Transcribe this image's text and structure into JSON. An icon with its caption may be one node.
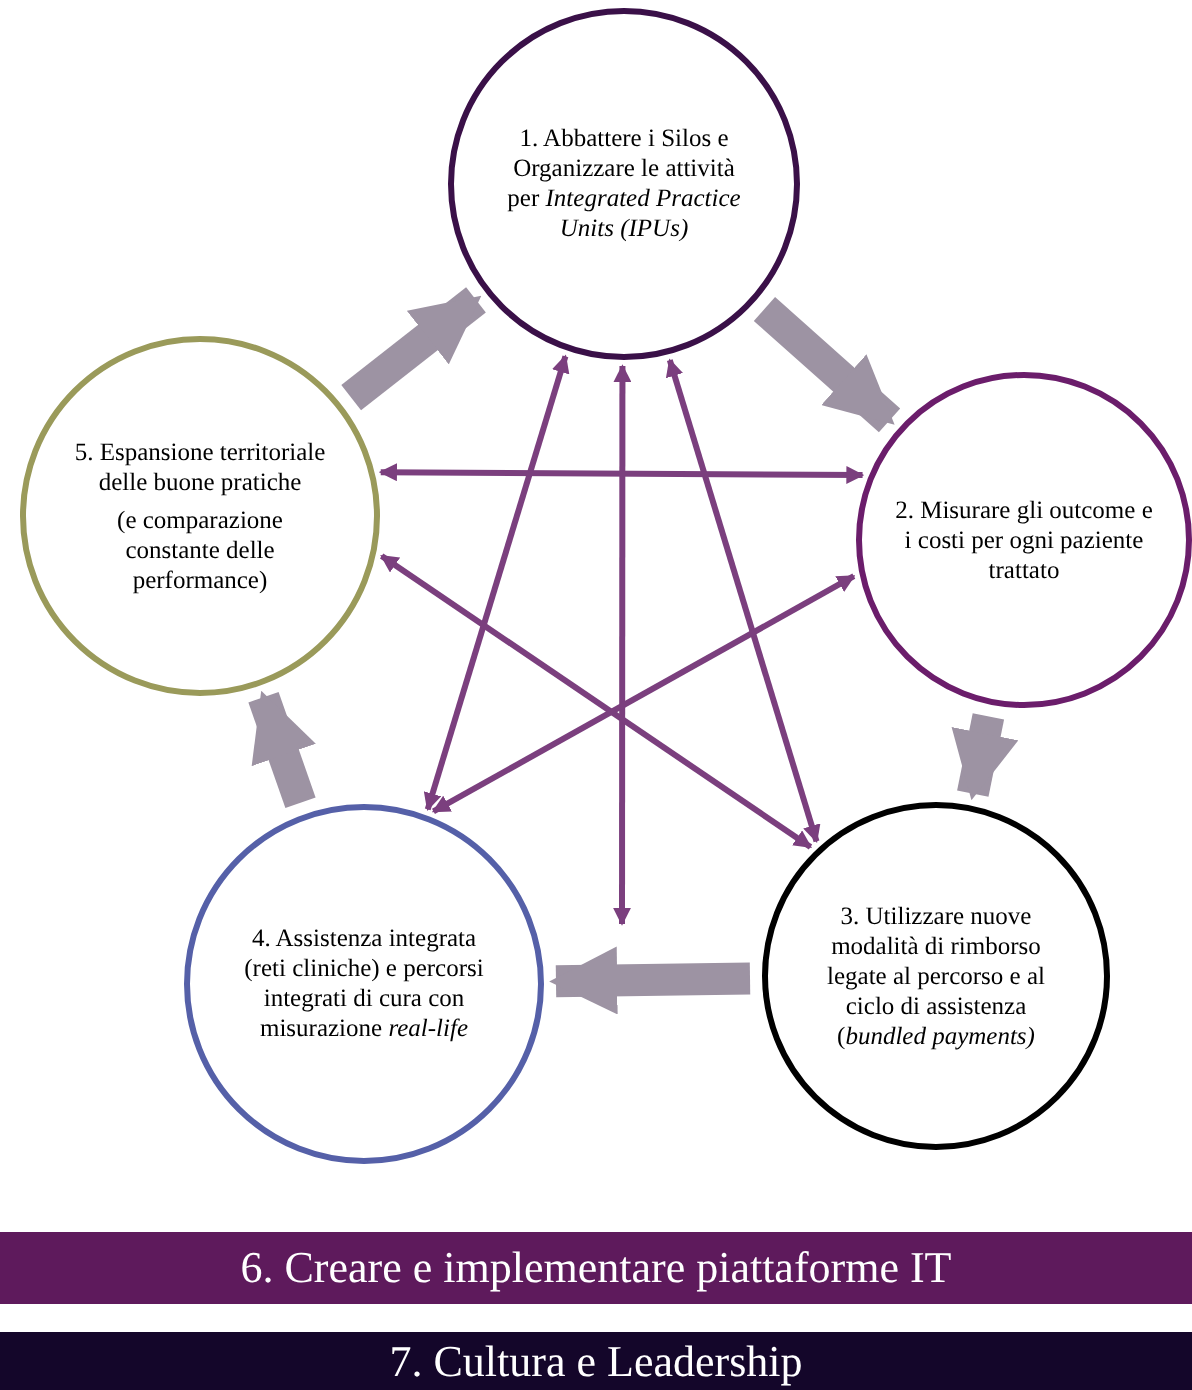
{
  "diagram": {
    "nodes": [
      {
        "text": [
          "1. Abbattere i Silos e Organizzare le attività per *Integrated Practice Units (IPUs)*"
        ]
      },
      {
        "text": [
          "2. Misurare gli outcome e i costi per ogni paziente trattato"
        ]
      },
      {
        "text": [
          "3. Utilizzare nuove modalità di rimborso legate al percorso e al ciclo di assistenza (*bundled payments)*"
        ]
      },
      {
        "text": [
          "4. Assistenza integrata (reti cliniche) e percorsi integrati di cura con misurazione *real-life*"
        ]
      },
      {
        "text": [
          "5. Espansione territoriale delle buone pratiche",
          "(e comparazione constante delle performance)"
        ]
      },
      {
        "text": [
          "6. Creare e implementare piattaforme IT"
        ]
      },
      {
        "text": [
          "7. Cultura e Leadership"
        ]
      }
    ],
    "edges": [
      {
        "from": 4,
        "to": 0,
        "arrow": "to",
        "style": "thick",
        "color": "#9d93a3"
      },
      {
        "from": 0,
        "to": 1,
        "arrow": "to",
        "style": "thick",
        "color": "#9d93a3"
      },
      {
        "from": 1,
        "to": 2,
        "arrow": "to",
        "style": "thick",
        "color": "#9d93a3"
      },
      {
        "from": 2,
        "to": 3,
        "arrow": "to",
        "style": "thick",
        "color": "#9d93a3"
      },
      {
        "from": 3,
        "to": 4,
        "arrow": "to",
        "style": "thick",
        "color": "#9d93a3"
      },
      {
        "from": 0,
        "to": 3,
        "arrow": "both"
      },
      {
        "from": 0,
        "to": 2,
        "arrow": "both"
      },
      {
        "from": 0,
        "to": null,
        "arrow": "both"
      },
      {
        "from": 4,
        "to": 1,
        "arrow": "both"
      },
      {
        "from": 4,
        "to": 2,
        "arrow": "both"
      },
      {
        "from": 1,
        "to": 3,
        "arrow": "both"
      }
    ]
  }
}
